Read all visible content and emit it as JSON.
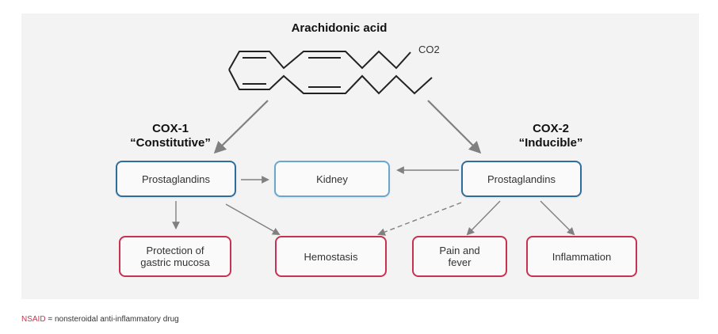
{
  "molecule": {
    "name": "Arachidonic acid",
    "group_label": "CO2"
  },
  "cox1": {
    "name": "COX-1",
    "type": "“Constitutive”"
  },
  "cox2": {
    "name": "COX-2",
    "type": "“Inducible”"
  },
  "nodes": {
    "prostaglandins_left": "Prostaglandins",
    "kidney": "Kidney",
    "prostaglandins_right": "Prostaglandins",
    "gastric": "Protection of gastric mucosa",
    "hemostasis": "Hemostasis",
    "pain_fever": "Pain and fever",
    "inflammation": "Inflammation"
  },
  "footnote": {
    "abbr": "NSAID",
    "definition": " = nonsteroidal anti-inflammatory drug"
  },
  "colors": {
    "blue_border": "#2f6e9c",
    "light_blue_border": "#6aa7cf",
    "red_border": "#c8314f",
    "arrow": "#808080",
    "panel": "#f3f3f3"
  }
}
